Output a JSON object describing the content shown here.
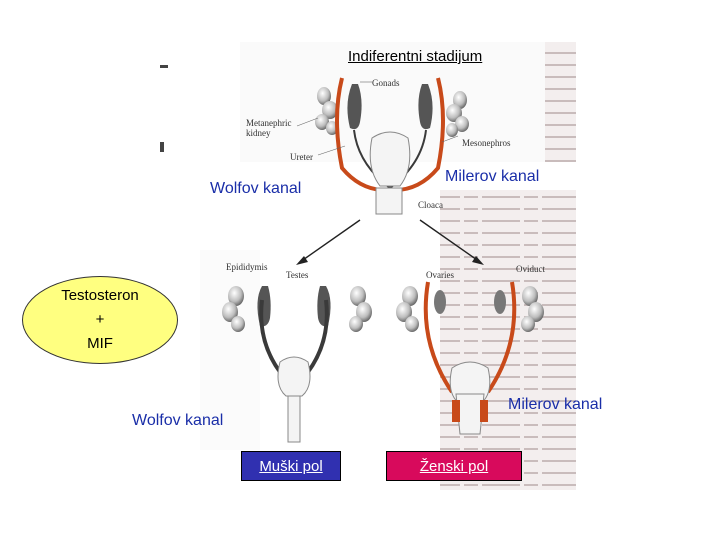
{
  "title": "Indiferentni stadijum",
  "labels": {
    "wolf_top": "Wolfov kanal",
    "miller_top": "Milerov kanal",
    "wolf_bottom": "Wolfov kanal",
    "miller_bottom": "Milerov kanal"
  },
  "hormone": {
    "line1": "Testosteron",
    "line2": "+",
    "line3": "MIF"
  },
  "outcomes": {
    "male": "Muški pol",
    "female": "Ženski pol"
  },
  "figure_labels": {
    "gonads": "Gonads",
    "metanephric_kidney_1": "Metanephric",
    "metanephric_kidney_2": "kidney",
    "mesonephros": "Mesonephros",
    "ureter": "Ureter",
    "cloaca": "Cloaca",
    "epididymis": "Epididymis",
    "testes": "Testes",
    "ovaries": "Ovaries",
    "oviduct": "Oviduct"
  },
  "colors": {
    "mullerian_duct": "#c84a1a",
    "wolffian_duct": "#3a3a3a",
    "male_box": "#3030b0",
    "female_box": "#d80a5c",
    "hormone_fill": "#ffff80",
    "blue_label": "#1a2ea8"
  },
  "icons": [
    "kidney-cluster-icon",
    "arrow-icon"
  ]
}
